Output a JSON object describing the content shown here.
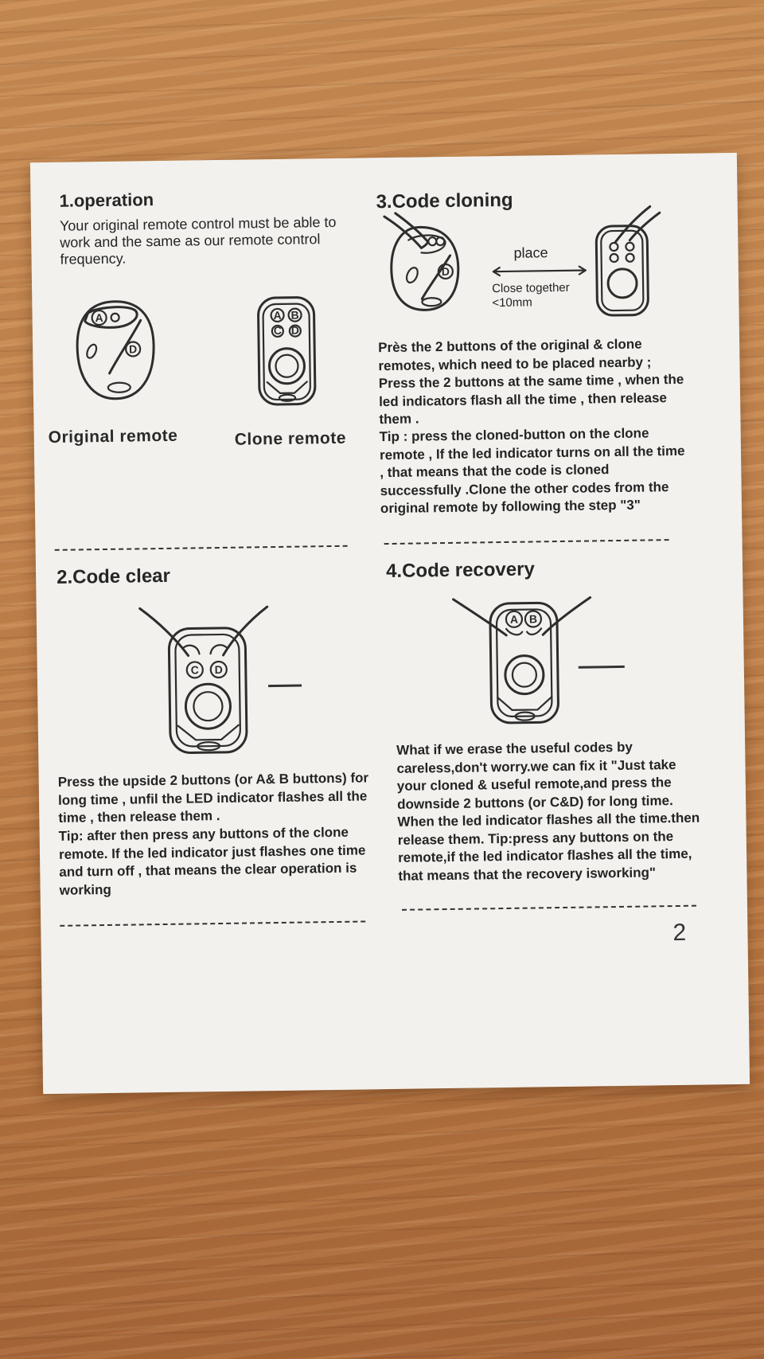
{
  "section1": {
    "title": "1.operation",
    "text": "Your original remote control must be able to work and the same as our remote control frequency.",
    "original_label": "Original remote",
    "clone_label": "Clone remote"
  },
  "section2": {
    "title": "2.Code clear",
    "text": "Press the upside 2 buttons (or A& B buttons) for long time , unfil the LED indicator flashes all the time , then release them .",
    "tip": "Tip: after then press any buttons of the clone remote. If the led indicator just flashes one time and turn off , that means the clear operation is working"
  },
  "section3": {
    "title": "3.Code cloning",
    "place_label": "place",
    "close_label": "Close together",
    "distance_label": "<10mm",
    "text": "Près the 2 buttons of the original & clone remotes, which need to be placed nearby ; Press the 2 buttons at the same time , when the led indicators flash all the time , then release them .",
    "tip": "Tip : press the cloned-button on the clone remote , If the led indicator turns on all the time , that means that the code is cloned successfully .Clone the other codes from the original remote by following the step \"3\""
  },
  "section4": {
    "title": "4.Code recovery",
    "text": "What if we erase the useful codes by careless,don't worry.we can fix it \"Just take your cloned & useful remote,and press the downside 2 buttons (or C&D) for long time. When the led indicator flashes all the time.then release them. Tip:press any buttons on the remote,if the led indicator flashes all the time, that means that the recovery isworking\""
  },
  "button_letters": [
    "A",
    "B",
    "C",
    "D"
  ],
  "page_number": "2"
}
